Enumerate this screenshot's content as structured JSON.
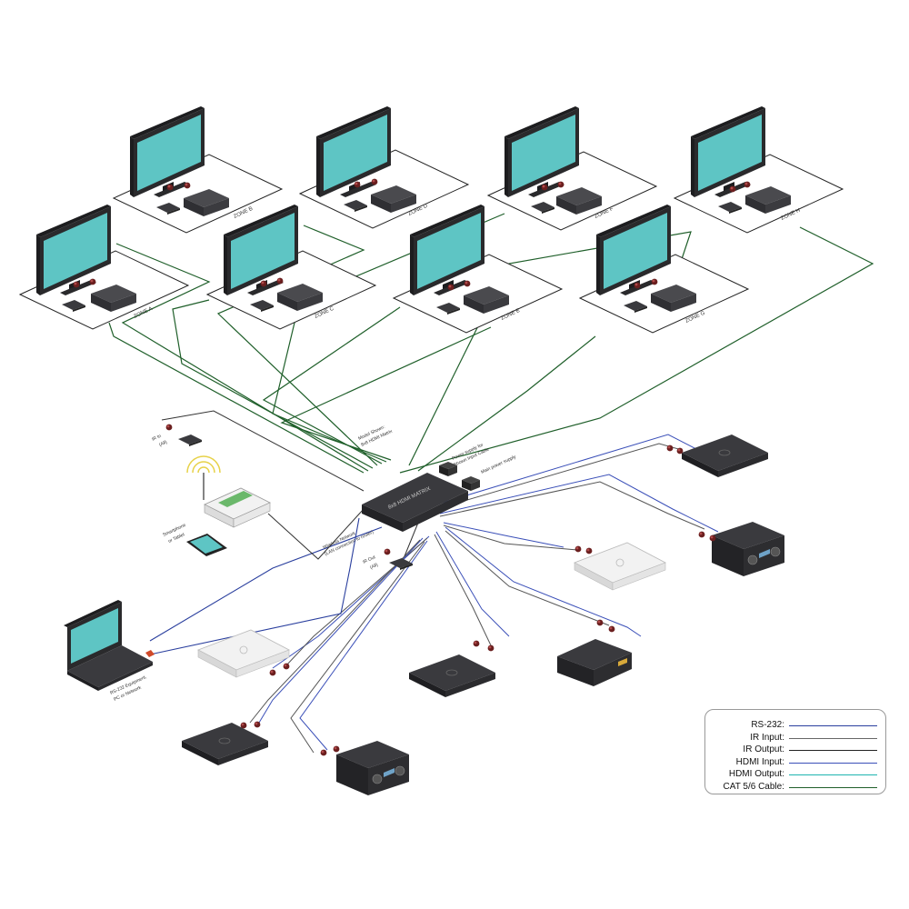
{
  "zones": [
    {
      "label": "ZONE A"
    },
    {
      "label": "ZONE B"
    },
    {
      "label": "ZONE C"
    },
    {
      "label": "ZONE D"
    },
    {
      "label": "ZONE E"
    },
    {
      "label": "ZONE F"
    },
    {
      "label": "ZONE G"
    },
    {
      "label": "ZONE H"
    }
  ],
  "matrix": {
    "label": "8x8 HDMI MATRIX",
    "caption_line1": "Model Shown:",
    "caption_line2": "8x8 HDMI Matrix"
  },
  "power": {
    "psu_label_line1": "Power supply for",
    "psu_label_line2": "Shown Input Cable",
    "main_label": "Main power supply"
  },
  "ir": {
    "in_label_line1": "IR In",
    "in_label_line2": "(All)",
    "out_label_line1": "IR Out",
    "out_label_line2": "(All)"
  },
  "control": {
    "smartphone_line1": "Smartphone",
    "smartphone_line2": "or Tablet",
    "wireless_line1": "Wireless Network",
    "wireless_line2": "(LAN connection to router)",
    "laptop_line1": "RS-232 Equipment,",
    "laptop_line2": "PC or Network"
  },
  "legend": [
    {
      "label": "RS-232:",
      "color": "#2a3f9e"
    },
    {
      "label": "IR Input:",
      "color": "#666666"
    },
    {
      "label": "IR Output:",
      "color": "#222222"
    },
    {
      "label": "HDMI Input:",
      "color": "#3a4fb8"
    },
    {
      "label": "HDMI Output:",
      "color": "#1fb5b0"
    },
    {
      "label": "CAT 5/6 Cable:",
      "color": "#1f5f2a"
    }
  ],
  "colors": {
    "screen": "#5ec5c4",
    "device_dark": "#2f2f33",
    "cat_cable": "#1f5f2a",
    "hdmi_in": "#3a4fb8",
    "ir": "#555555"
  }
}
